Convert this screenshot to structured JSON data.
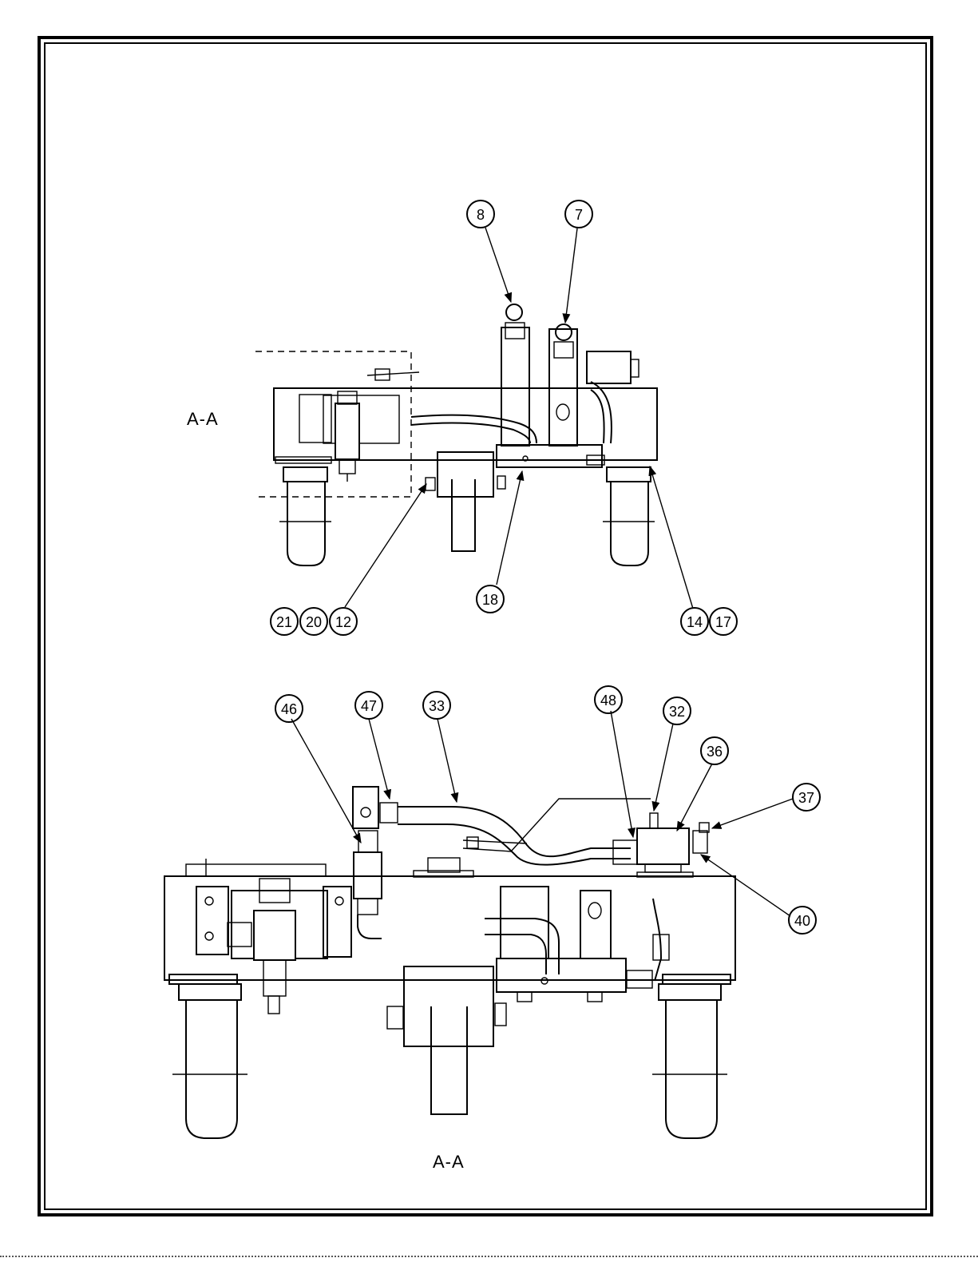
{
  "section_label_top": "A-A",
  "section_label_bottom": "A-A",
  "top_view_callouts": [
    "8",
    "7",
    "18",
    "21",
    "20",
    "12",
    "14",
    "17"
  ],
  "section_view_callouts": [
    "46",
    "47",
    "33",
    "48",
    "32",
    "36",
    "37",
    "40"
  ]
}
